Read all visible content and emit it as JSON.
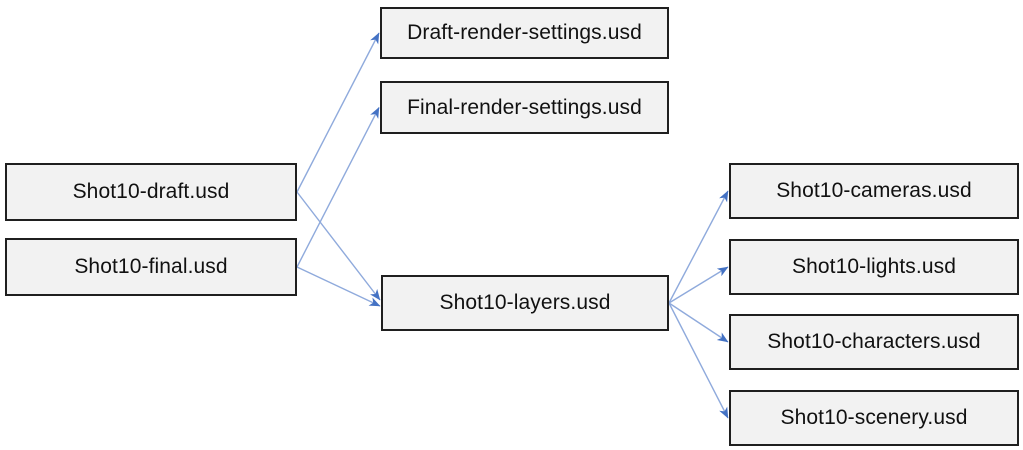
{
  "diagram": {
    "type": "dependency-graph",
    "nodes": [
      {
        "id": "shot10-draft",
        "label": "Shot10-draft.usd"
      },
      {
        "id": "shot10-final",
        "label": "Shot10-final.usd"
      },
      {
        "id": "draft-render-settings",
        "label": "Draft-render-settings.usd"
      },
      {
        "id": "final-render-settings",
        "label": "Final-render-settings.usd"
      },
      {
        "id": "shot10-layers",
        "label": "Shot10-layers.usd"
      },
      {
        "id": "shot10-cameras",
        "label": "Shot10-cameras.usd"
      },
      {
        "id": "shot10-lights",
        "label": "Shot10-lights.usd"
      },
      {
        "id": "shot10-characters",
        "label": "Shot10-characters.usd"
      },
      {
        "id": "shot10-scenery",
        "label": "Shot10-scenery.usd"
      }
    ],
    "edges": [
      {
        "from": "shot10-draft",
        "to": "draft-render-settings"
      },
      {
        "from": "shot10-draft",
        "to": "shot10-layers"
      },
      {
        "from": "shot10-final",
        "to": "final-render-settings"
      },
      {
        "from": "shot10-final",
        "to": "shot10-layers"
      },
      {
        "from": "shot10-layers",
        "to": "shot10-cameras"
      },
      {
        "from": "shot10-layers",
        "to": "shot10-lights"
      },
      {
        "from": "shot10-layers",
        "to": "shot10-characters"
      },
      {
        "from": "shot10-layers",
        "to": "shot10-scenery"
      }
    ],
    "colors": {
      "background": "#ffffff",
      "node_fill": "#f2f2f2",
      "node_border": "#1f1f1f",
      "node_text": "#111111",
      "edge_line": "#8faadc",
      "edge_arrowhead": "#4472c4"
    }
  }
}
